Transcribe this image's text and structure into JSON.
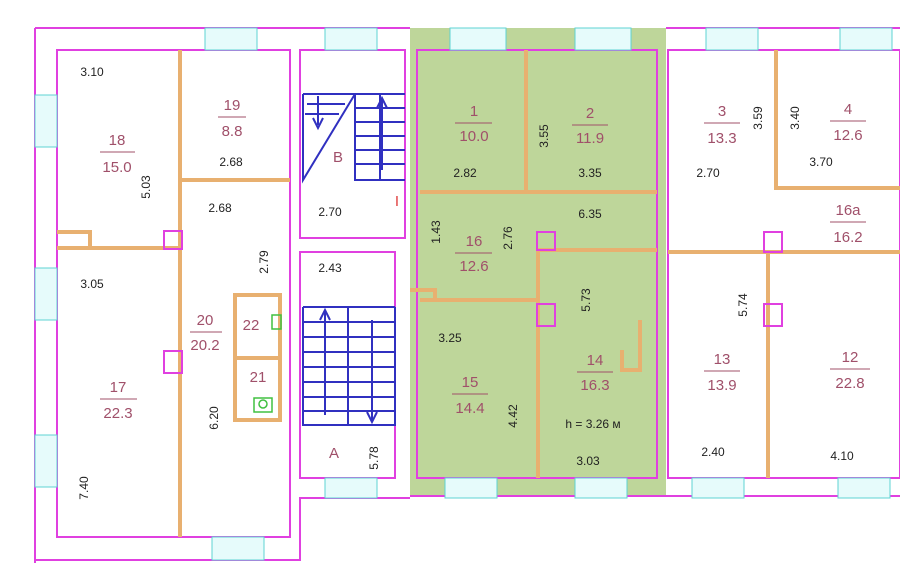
{
  "rooms": {
    "r1": {
      "num": "1",
      "area": "10.0"
    },
    "r2": {
      "num": "2",
      "area": "11.9"
    },
    "r3": {
      "num": "3",
      "area": "13.3"
    },
    "r4": {
      "num": "4",
      "area": "12.6"
    },
    "r12": {
      "num": "12",
      "area": "22.8"
    },
    "r13": {
      "num": "13",
      "area": "13.9"
    },
    "r14": {
      "num": "14",
      "area": "16.3"
    },
    "r15": {
      "num": "15",
      "area": "14.4"
    },
    "r16": {
      "num": "16",
      "area": "12.6"
    },
    "r16a": {
      "num": "16а",
      "area": "16.2"
    },
    "r17": {
      "num": "17",
      "area": "22.3"
    },
    "r18": {
      "num": "18",
      "area": "15.0"
    },
    "r19": {
      "num": "19",
      "area": "8.8"
    },
    "r20": {
      "num": "20",
      "area": "20.2"
    },
    "r21": {
      "num": "21"
    },
    "r22": {
      "num": "22"
    }
  },
  "stairs": {
    "a": "А",
    "b": "В",
    "mark": "I"
  },
  "dims": {
    "d310": "3.10",
    "d503": "5.03",
    "d268a": "2.68",
    "d268b": "2.68",
    "d279": "2.79",
    "d305": "3.05",
    "d620": "6.20",
    "d740": "7.40",
    "d270a": "2.70",
    "d243": "2.43",
    "d578": "5.78",
    "d282": "2.82",
    "d355": "3.55",
    "d335": "3.35",
    "d143": "1.43",
    "d276": "2.76",
    "d635": "6.35",
    "d573": "5.73",
    "d325": "3.25",
    "d442": "4.42",
    "d303": "3.03",
    "d359": "3.59",
    "d340": "3.40",
    "d270b": "2.70",
    "d370": "3.70",
    "d574": "5.74",
    "d240": "2.40",
    "d410": "4.10"
  },
  "height_note": "h = 3.26 м",
  "colors": {
    "wall": "#e040e0",
    "partition": "#e8b070",
    "window": "#5fd3d3",
    "highlight": "#a8c878",
    "stair": "#3030c0",
    "room_text": "#a0506a"
  }
}
